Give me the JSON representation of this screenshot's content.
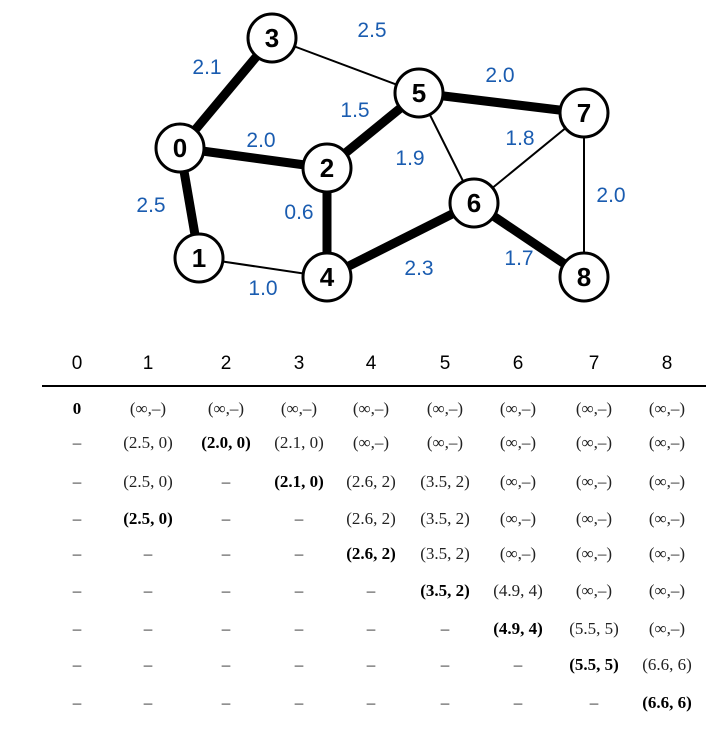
{
  "graph": {
    "nodes": [
      "0",
      "1",
      "2",
      "3",
      "4",
      "5",
      "6",
      "7",
      "8"
    ],
    "edges": [
      {
        "from": "0",
        "to": "3",
        "weight": "2.1",
        "in_tree": true
      },
      {
        "from": "0",
        "to": "2",
        "weight": "2.0",
        "in_tree": true
      },
      {
        "from": "0",
        "to": "1",
        "weight": "2.5",
        "in_tree": true
      },
      {
        "from": "3",
        "to": "5",
        "weight": "2.5",
        "in_tree": false
      },
      {
        "from": "2",
        "to": "5",
        "weight": "1.5",
        "in_tree": true
      },
      {
        "from": "2",
        "to": "4",
        "weight": "0.6",
        "in_tree": true
      },
      {
        "from": "1",
        "to": "4",
        "weight": "1.0",
        "in_tree": false
      },
      {
        "from": "5",
        "to": "7",
        "weight": "2.0",
        "in_tree": true
      },
      {
        "from": "5",
        "to": "6",
        "weight": "1.9",
        "in_tree": false
      },
      {
        "from": "6",
        "to": "7",
        "weight": "1.8",
        "in_tree": false
      },
      {
        "from": "7",
        "to": "8",
        "weight": "2.0",
        "in_tree": false
      },
      {
        "from": "4",
        "to": "6",
        "weight": "2.3",
        "in_tree": true
      },
      {
        "from": "6",
        "to": "8",
        "weight": "1.7",
        "in_tree": true
      }
    ],
    "weight_color": "#1a5cb0"
  },
  "table": {
    "headers": [
      "0",
      "1",
      "2",
      "3",
      "4",
      "5",
      "6",
      "7",
      "8"
    ],
    "rows": [
      [
        "0",
        "(∞,–)",
        "(∞,–)",
        "(∞,–)",
        "(∞,–)",
        "(∞,–)",
        "(∞,–)",
        "(∞,–)",
        "(∞,–)"
      ],
      [
        "–",
        "(2.5, 0)",
        "(2.0, 0)",
        "(2.1, 0)",
        "(∞,–)",
        "(∞,–)",
        "(∞,–)",
        "(∞,–)",
        "(∞,–)"
      ],
      [
        "–",
        "(2.5, 0)",
        "–",
        "(2.1, 0)",
        "(2.6, 2)",
        "(3.5, 2)",
        "(∞,–)",
        "(∞,–)",
        "(∞,–)"
      ],
      [
        "–",
        "(2.5, 0)",
        "–",
        "–",
        "(2.6, 2)",
        "(3.5, 2)",
        "(∞,–)",
        "(∞,–)",
        "(∞,–)"
      ],
      [
        "–",
        "–",
        "–",
        "–",
        "(2.6, 2)",
        "(3.5, 2)",
        "(∞,–)",
        "(∞,–)",
        "(∞,–)"
      ],
      [
        "–",
        "–",
        "–",
        "–",
        "–",
        "(3.5, 2)",
        "(4.9, 4)",
        "(∞,–)",
        "(∞,–)"
      ],
      [
        "–",
        "–",
        "–",
        "–",
        "–",
        "–",
        "(4.9, 4)",
        "(5.5, 5)",
        "(∞,–)"
      ],
      [
        "–",
        "–",
        "–",
        "–",
        "–",
        "–",
        "–",
        "(5.5, 5)",
        "(6.6, 6)"
      ],
      [
        "–",
        "–",
        "–",
        "–",
        "–",
        "–",
        "–",
        "–",
        "(6.6, 6)"
      ]
    ],
    "bold_cells": [
      [
        0,
        0
      ],
      [
        1,
        2
      ],
      [
        2,
        3
      ],
      [
        3,
        1
      ],
      [
        4,
        4
      ],
      [
        5,
        5
      ],
      [
        6,
        6
      ],
      [
        7,
        7
      ],
      [
        8,
        8
      ]
    ]
  }
}
